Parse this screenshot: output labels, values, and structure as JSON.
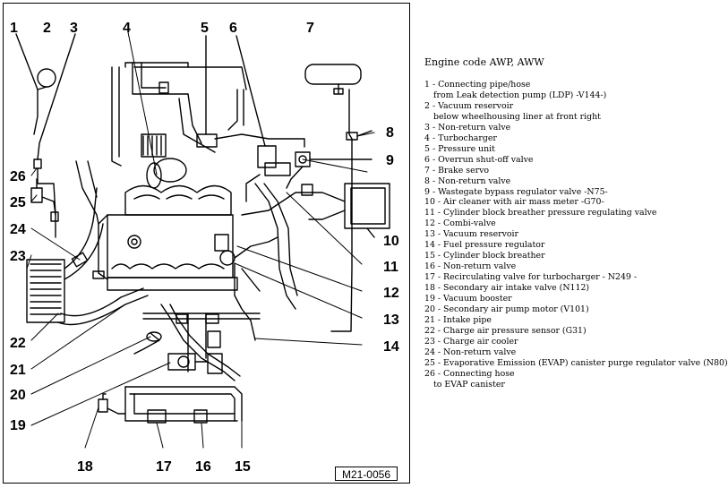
{
  "diagram": {
    "reference_code": "M21-0056",
    "callouts": [
      "1",
      "2",
      "3",
      "4",
      "5",
      "6",
      "7",
      "8",
      "9",
      "10",
      "11",
      "12",
      "13",
      "14",
      "15",
      "16",
      "17",
      "18",
      "19",
      "20",
      "21",
      "22",
      "23",
      "24",
      "25",
      "26"
    ]
  },
  "legend": {
    "title": "Engine code AWP, AWW",
    "items": [
      {
        "num": "1 -",
        "text": "Connecting pipe/hose",
        "cont": "from Leak detection pump (LDP) -V144-)"
      },
      {
        "num": "2 -",
        "text": "Vacuum reservoir",
        "cont": "below wheelhousing liner at front right"
      },
      {
        "num": "3 -",
        "text": "Non-return valve"
      },
      {
        "num": "4 -",
        "text": "Turbocharger"
      },
      {
        "num": "5 -",
        "text": "Pressure unit"
      },
      {
        "num": "6 -",
        "text": "Overrun shut-off valve"
      },
      {
        "num": "7 -",
        "text": "Brake servo"
      },
      {
        "num": "8 -",
        "text": "Non-return valve"
      },
      {
        "num": "9 -",
        "text": "Wastegate bypass regulator valve -N75-"
      },
      {
        "num": "10 -",
        "text": "Air cleaner with air mass meter -G70-"
      },
      {
        "num": "11 -",
        "text": "Cylinder block breather pressure regulating valve"
      },
      {
        "num": "12 -",
        "text": "Combi-valve"
      },
      {
        "num": "13 -",
        "text": "Vacuum reservoir"
      },
      {
        "num": "14 -",
        "text": "Fuel pressure regulator"
      },
      {
        "num": "15 -",
        "text": "Cylinder block breather"
      },
      {
        "num": "16 -",
        "text": "Non-return valve"
      },
      {
        "num": "17 -",
        "text": "Recirculating valve for turbocharger - N249 -"
      },
      {
        "num": "18 -",
        "text": "Secondary air intake valve (N112)"
      },
      {
        "num": "19 -",
        "text": "Vacuum booster"
      },
      {
        "num": "20 -",
        "text": "Secondary air pump motor (V101)"
      },
      {
        "num": "21 -",
        "text": "Intake pipe"
      },
      {
        "num": "22 -",
        "text": "Charge air pressure sensor (G31)"
      },
      {
        "num": "23 -",
        "text": "Charge air cooler"
      },
      {
        "num": "24 -",
        "text": "Non-return valve"
      },
      {
        "num": "25 -",
        "text": "Evaporative Emission (EVAP) canister purge regulator valve (N80)"
      },
      {
        "num": "26 -",
        "text": "Connecting hose",
        "cont": "to EVAP canister"
      }
    ]
  }
}
